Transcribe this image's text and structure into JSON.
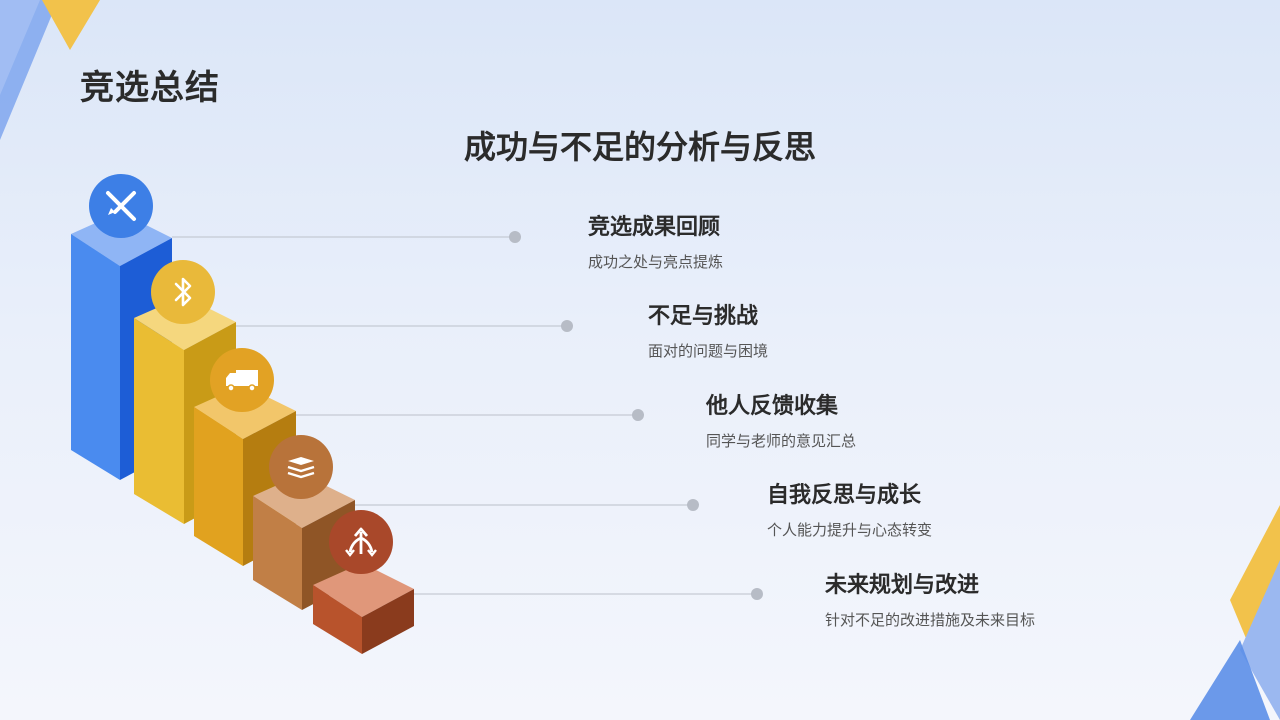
{
  "header": {
    "title": "竞选总结"
  },
  "main": {
    "subtitle": "成功与不足的分析与反思",
    "items": [
      {
        "title": "竞选成果回顾",
        "desc": "成功之处与亮点提炼",
        "icon": "paintbrush-tools-icon"
      },
      {
        "title": "不足与挑战",
        "desc": "面对的问题与困境",
        "icon": "bluetooth-icon"
      },
      {
        "title": "他人反馈收集",
        "desc": "同学与老师的意见汇总",
        "icon": "truck-icon"
      },
      {
        "title": "自我反思与成长",
        "desc": "个人能力提升与心态转变",
        "icon": "layers-icon"
      },
      {
        "title": "未来规划与改进",
        "desc": "针对不足的改进措施及未来目标",
        "icon": "split-arrows-icon"
      }
    ]
  },
  "colors": {
    "blue": "#3d7fe6",
    "yellow": "#e9b93a",
    "orange": "#e2a224",
    "brown": "#c47f46",
    "rust": "#b6542e",
    "connector_line": "#c5cad4",
    "connector_dot": "#b7bcc6"
  }
}
